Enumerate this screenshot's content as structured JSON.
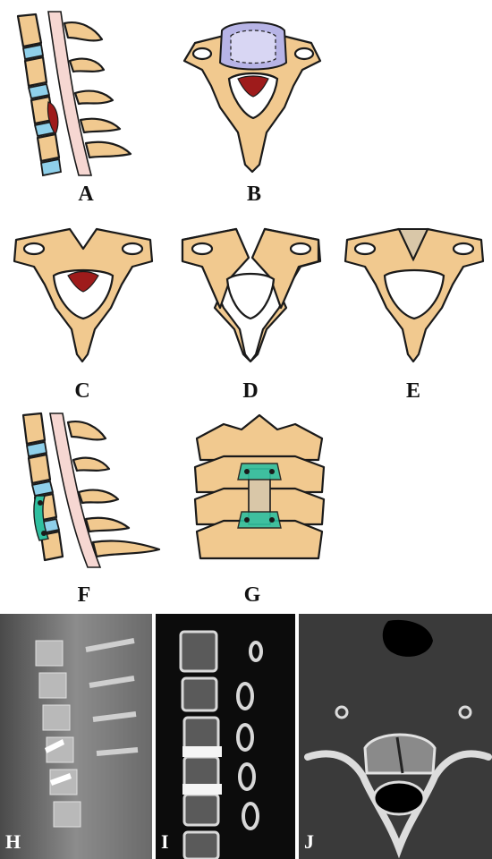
{
  "figure": {
    "labels": {
      "A": "A",
      "B": "B",
      "C": "C",
      "D": "D",
      "E": "E",
      "F": "F",
      "G": "G",
      "H": "H",
      "I": "I",
      "J": "J"
    },
    "colors": {
      "bone": "#f1c98f",
      "disc": "#8fd0ea",
      "ossification": "#9e1b1b",
      "cord": "#f6d7d2",
      "vertebral_body_overlay": "#b7b4e6",
      "graft": "#d9c7a8",
      "plate": "#2fbf9f"
    },
    "panels": [
      {
        "id": "A",
        "kind": "sagittal-spine-illustration"
      },
      {
        "id": "B",
        "kind": "axial-vertebra-illustration"
      },
      {
        "id": "C",
        "kind": "axial-vertebra-illustration"
      },
      {
        "id": "D",
        "kind": "axial-vertebra-illustration"
      },
      {
        "id": "E",
        "kind": "axial-vertebra-illustration"
      },
      {
        "id": "F",
        "kind": "sagittal-spine-illustration"
      },
      {
        "id": "G",
        "kind": "posterior-spine-illustration"
      },
      {
        "id": "H",
        "kind": "lateral-xray"
      },
      {
        "id": "I",
        "kind": "sagittal-ct"
      },
      {
        "id": "J",
        "kind": "axial-ct"
      }
    ]
  }
}
